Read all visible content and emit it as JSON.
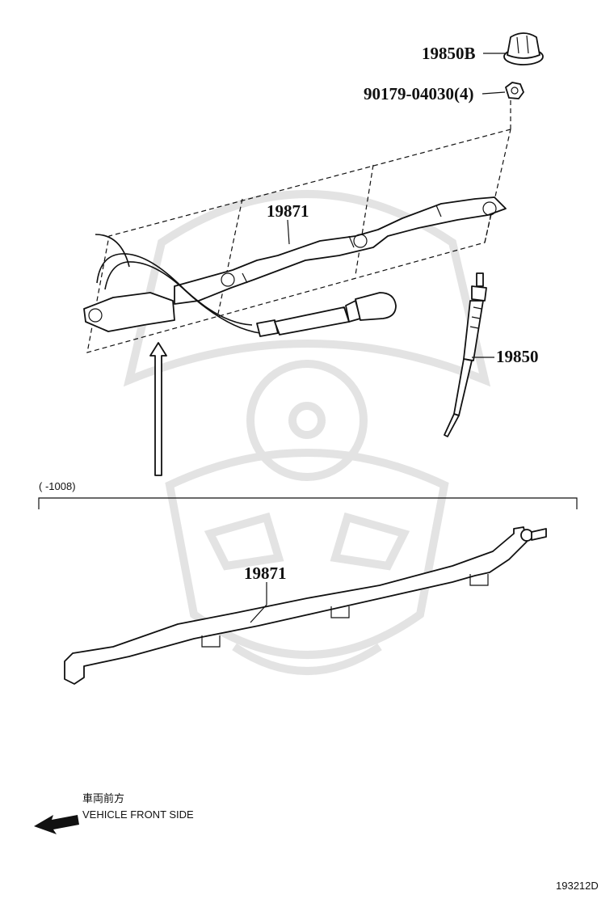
{
  "callouts": {
    "connector_part": "19850B",
    "nut_part": "90179-04030(4)",
    "wire_harness_upper": "19871",
    "glow_plug": "19850",
    "wire_harness_lower": "19871"
  },
  "range_note": "(      -1008)",
  "direction": {
    "japanese": "車両前方",
    "english": "VEHICLE FRONT SIDE"
  },
  "diagram_code": "193212D"
}
